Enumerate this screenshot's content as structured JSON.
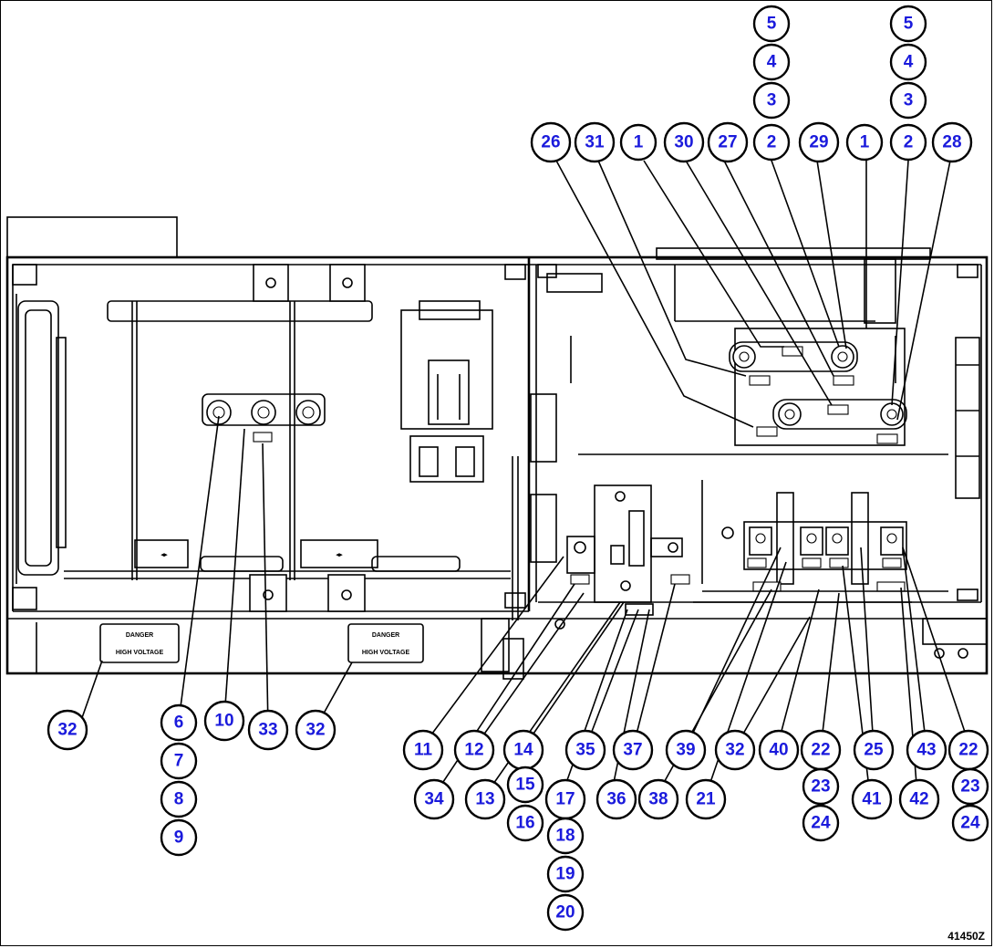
{
  "figure_id": "41450Z",
  "labels": {
    "danger_left": "DANGER",
    "voltage_left": "HIGH VOLTAGE",
    "danger_right": "DANGER",
    "voltage_right": "HIGH VOLTAGE"
  },
  "callouts": [
    {
      "n": "5"
    },
    {
      "n": "4"
    },
    {
      "n": "3"
    },
    {
      "n": "5"
    },
    {
      "n": "4"
    },
    {
      "n": "3"
    },
    {
      "n": "26"
    },
    {
      "n": "31"
    },
    {
      "n": "1"
    },
    {
      "n": "30"
    },
    {
      "n": "27"
    },
    {
      "n": "2"
    },
    {
      "n": "29"
    },
    {
      "n": "1"
    },
    {
      "n": "2"
    },
    {
      "n": "28"
    },
    {
      "n": "32"
    },
    {
      "n": "6"
    },
    {
      "n": "10"
    },
    {
      "n": "33"
    },
    {
      "n": "32"
    },
    {
      "n": "7"
    },
    {
      "n": "8"
    },
    {
      "n": "9"
    },
    {
      "n": "11"
    },
    {
      "n": "12"
    },
    {
      "n": "14"
    },
    {
      "n": "35"
    },
    {
      "n": "37"
    },
    {
      "n": "39"
    },
    {
      "n": "32"
    },
    {
      "n": "40"
    },
    {
      "n": "22"
    },
    {
      "n": "25"
    },
    {
      "n": "43"
    },
    {
      "n": "22"
    },
    {
      "n": "34"
    },
    {
      "n": "13"
    },
    {
      "n": "15"
    },
    {
      "n": "17"
    },
    {
      "n": "36"
    },
    {
      "n": "38"
    },
    {
      "n": "21"
    },
    {
      "n": "23"
    },
    {
      "n": "41"
    },
    {
      "n": "42"
    },
    {
      "n": "23"
    },
    {
      "n": "16"
    },
    {
      "n": "18"
    },
    {
      "n": "24"
    },
    {
      "n": "24"
    },
    {
      "n": "19"
    },
    {
      "n": "20"
    }
  ]
}
